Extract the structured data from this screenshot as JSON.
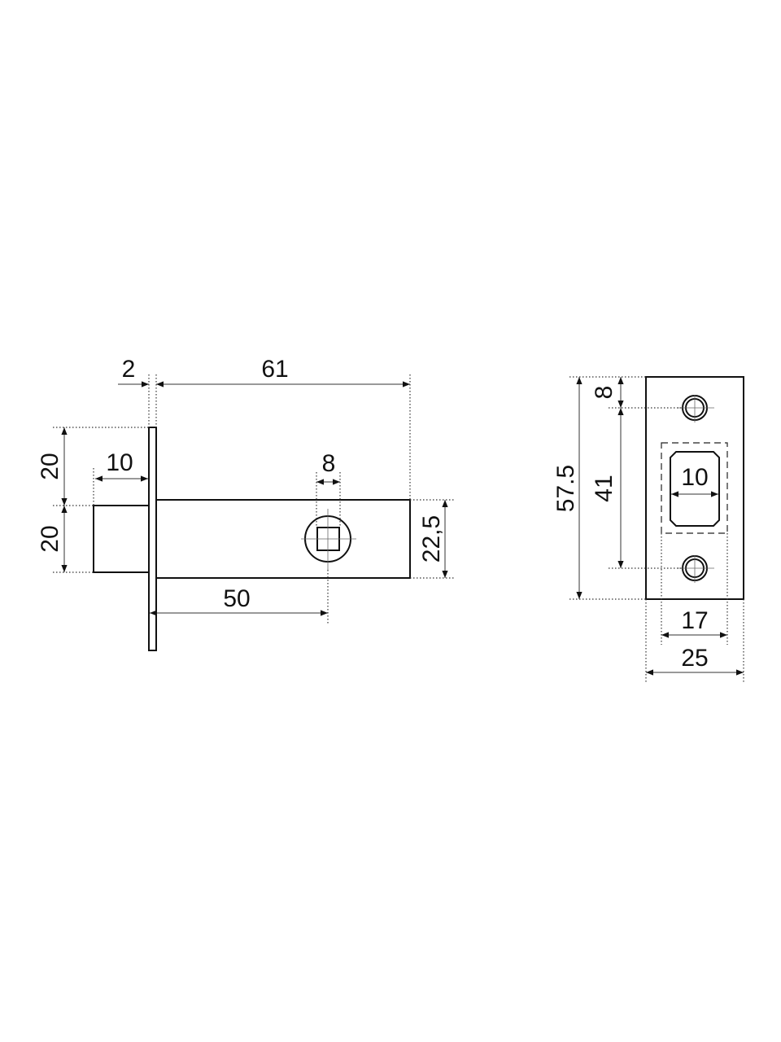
{
  "side_view": {
    "dims": {
      "faceplate_thickness": "2",
      "body_length": "61",
      "upper_height": "20",
      "lower_height": "20",
      "bolt_projection": "10",
      "spindle_square": "8",
      "body_height": "22,5",
      "backset": "50"
    }
  },
  "strike_plate": {
    "dims": {
      "total_height": "57.5",
      "hole_offset": "8",
      "hole_spacing": "41",
      "slot_width": "10",
      "recess_width": "17",
      "plate_width": "25"
    }
  }
}
